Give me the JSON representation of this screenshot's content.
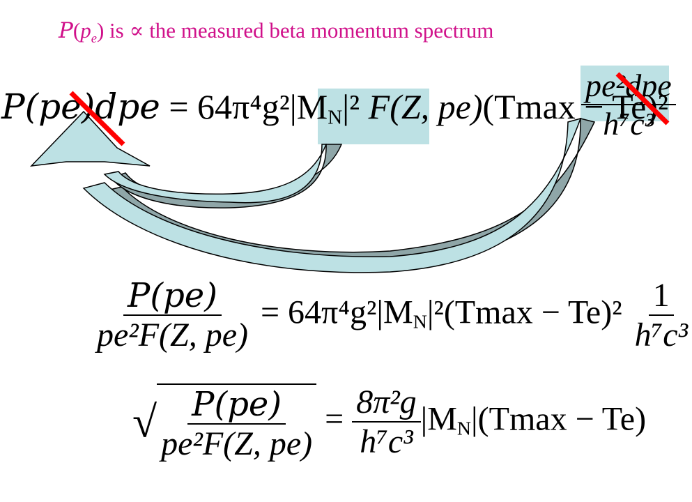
{
  "title": {
    "p_symbol": "P",
    "p_e": "p",
    "sub_e": "e",
    "text": " is ∝ the measured beta momentum spectrum"
  },
  "equation1": {
    "lhs": "P(pe)dpe",
    "mid": "= 64π⁴g²|M",
    "mid_sub": "N",
    "mid_after": "|²",
    "boxed_term": "F(Z, pe)",
    "after_box": "(Tmax − Te)²",
    "frac_num": "pe²dpe",
    "frac_den": "h⁷c³"
  },
  "equation2": {
    "num": "P(pe)",
    "den": "pe²F(Z, pe)",
    "rhs": "= 64π⁴g²|M",
    "rhs_after": "|²(Tmax − Te)²",
    "frac_num": "1",
    "frac_den": "h⁷c³"
  },
  "equation3": {
    "num": "P(pe)",
    "den": "pe²F(Z, pe)",
    "rhs_num": "8π²g",
    "rhs_den": "h⁷c³",
    "tail": "|M",
    "tail_after": "|(Tmax − Te)"
  },
  "colors": {
    "title": "#d0108a",
    "highlight_box": "#bde1e4",
    "arrow_fill": "#bde1e4",
    "arrow_shadow": "#8fa6a8",
    "strike": "#ff0000"
  }
}
